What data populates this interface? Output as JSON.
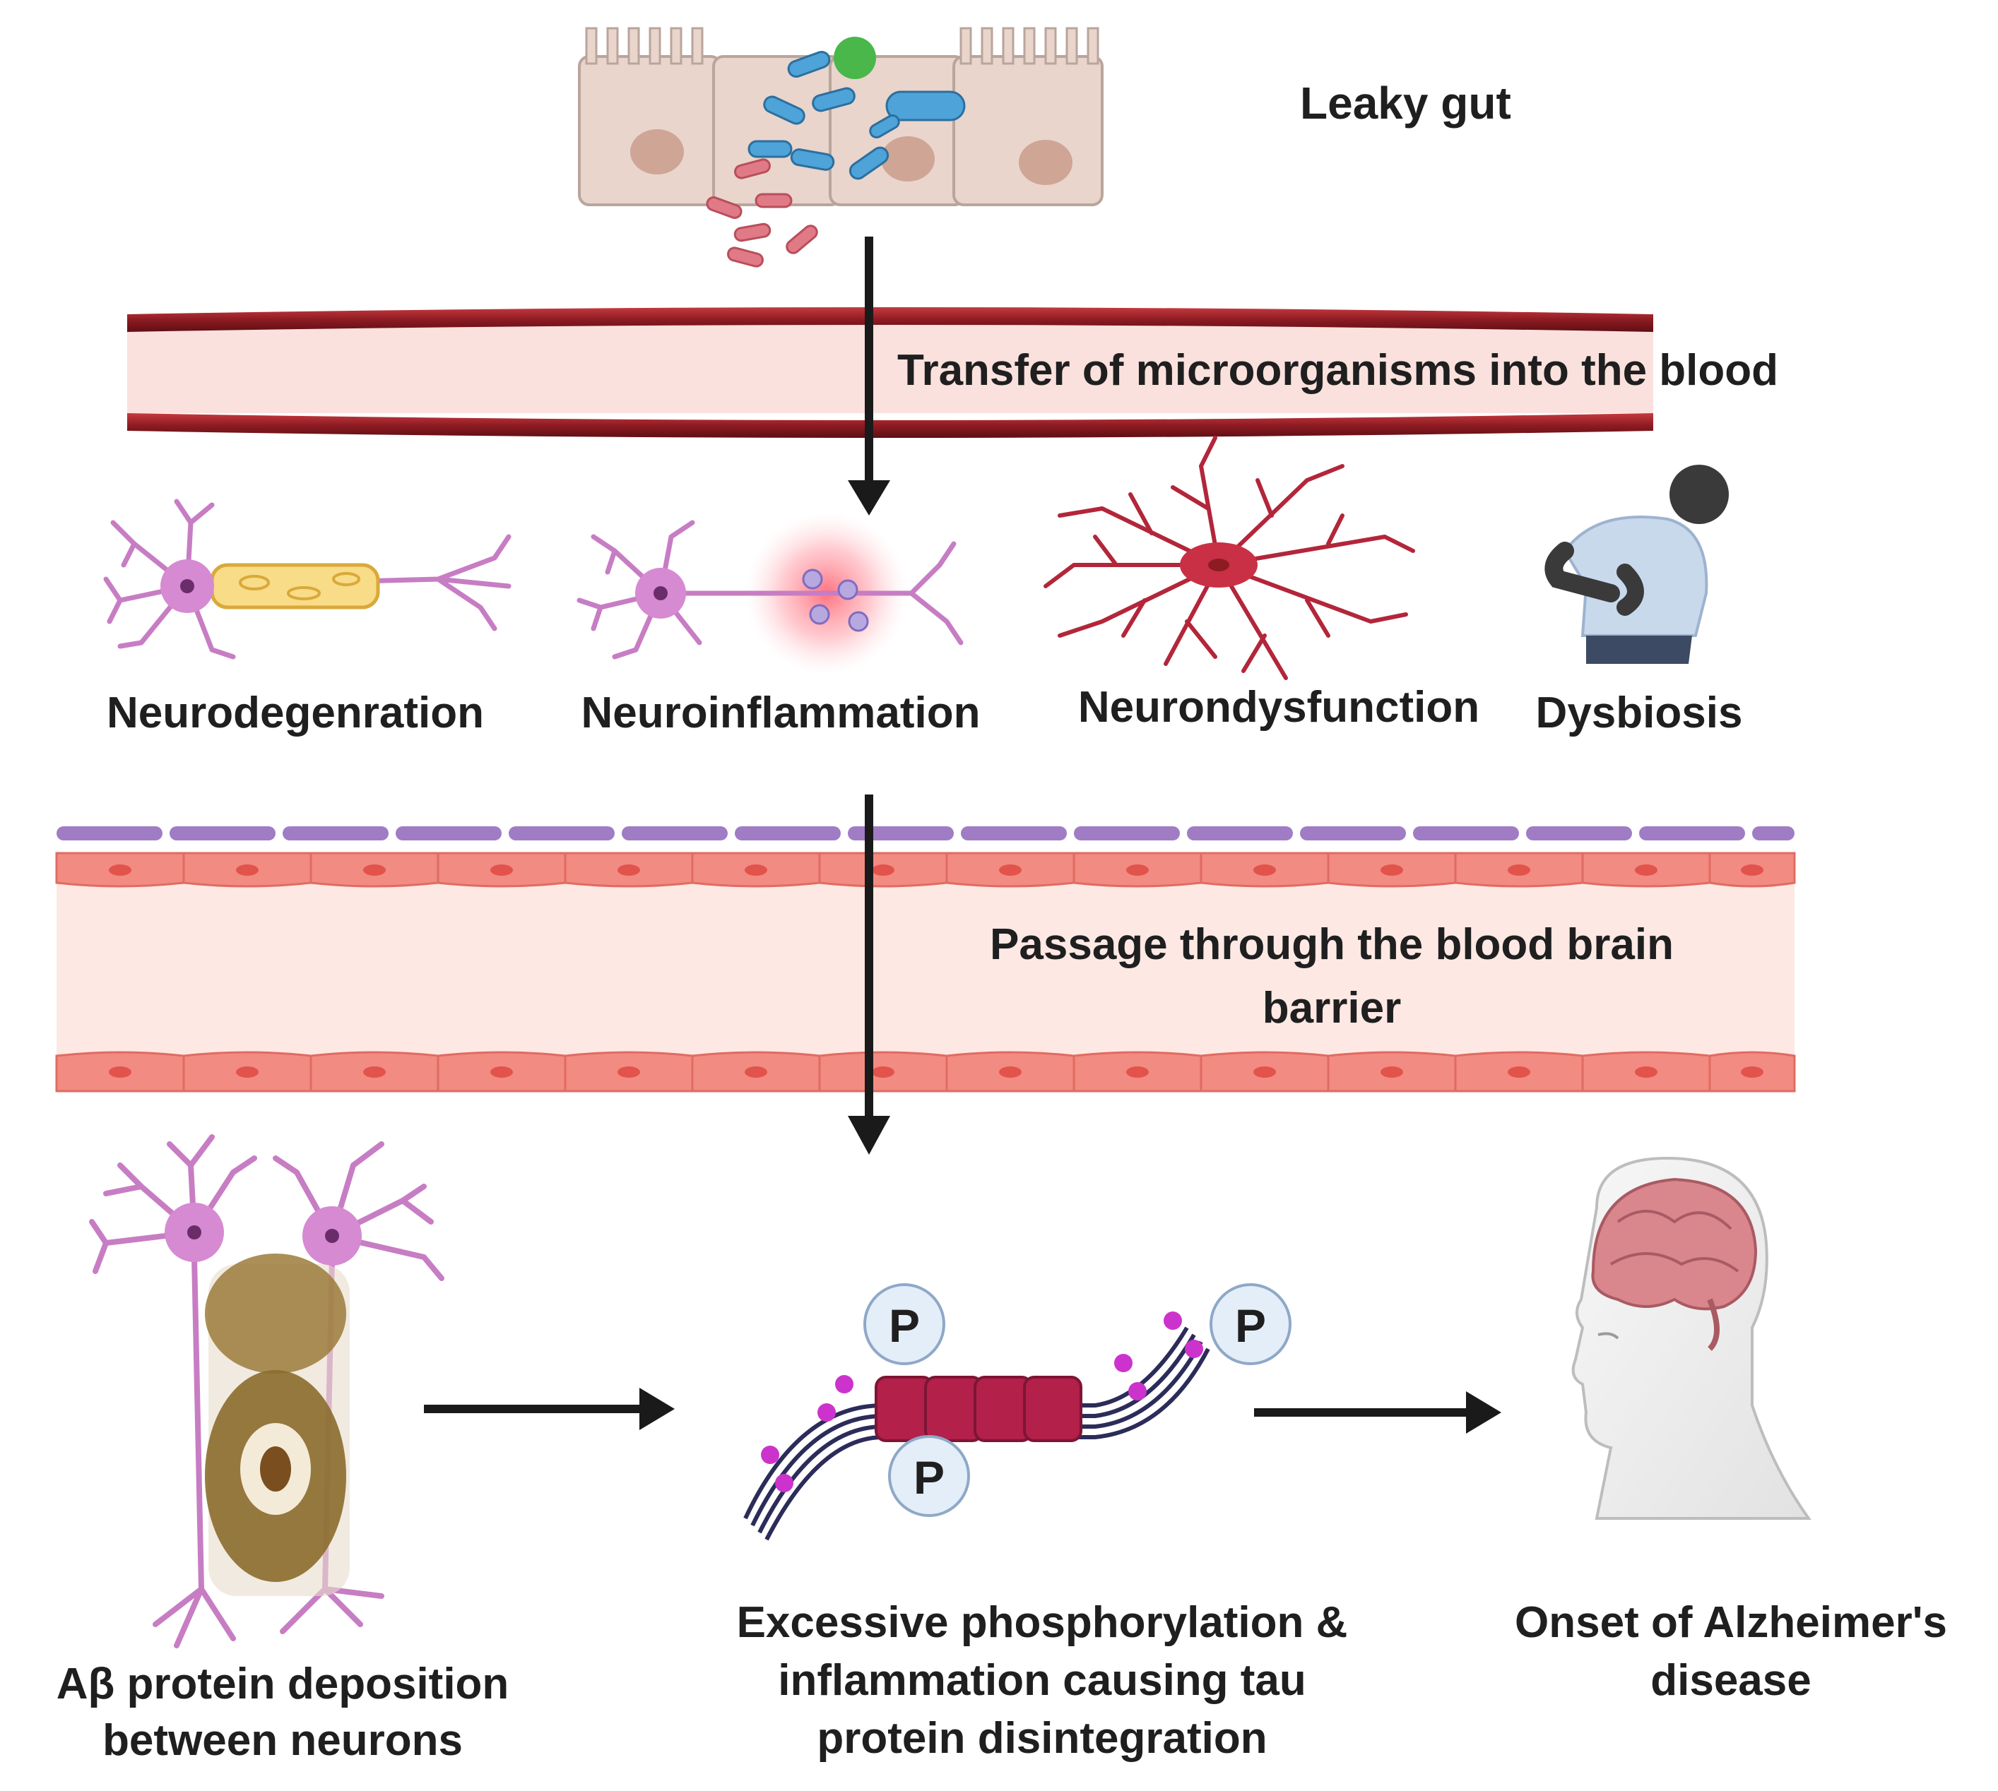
{
  "steps": {
    "leaky_gut": "Leaky gut",
    "transfer": "Transfer of microorganisms into the blood",
    "bbb_line1": "Passage through the blood brain",
    "bbb_line2": "barrier",
    "abeta_line1": "Aβ protein deposition",
    "abeta_line2": "between neurons",
    "tau_line1": "Excessive phosphorylation &",
    "tau_line2": "inflammation causing tau",
    "tau_line3": "protein disintegration",
    "onset_line1": "Onset of Alzheimer's",
    "onset_line2": "disease"
  },
  "effects": {
    "neurodegeneration": "Neurodegenration",
    "neuroinflammation": "Neuroinflammation",
    "neurodysfunction": "Neurondysfunction",
    "dysbiosis": "Dysbiosis"
  },
  "phospho": {
    "p1": "P",
    "p2": "P",
    "p3": "P"
  },
  "colors": {
    "vessel_wall": "#8e1b22",
    "vessel_lumen": "#fbe1dd",
    "bbb_cells": "#f28b82",
    "bbb_lumen": "#fde8e4",
    "pericytes": "#a07cc5",
    "neuron": "#c77dc3",
    "amyloid": "#8b6b2c",
    "tau": "#b3204a",
    "phosphate_fill": "#e4eef8",
    "arrow": "#1a1a1a"
  }
}
